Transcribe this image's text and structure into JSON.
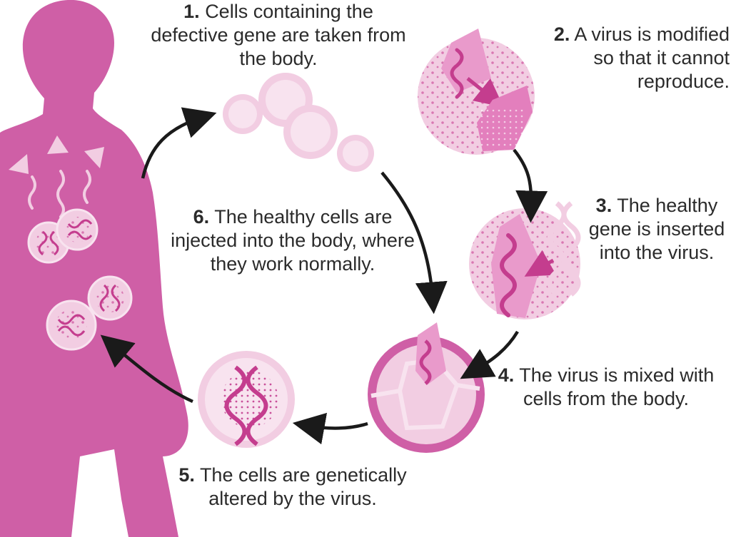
{
  "steps": [
    {
      "num": "1.",
      "text": "Cells containing the defective gene are taken from the body."
    },
    {
      "num": "2.",
      "text": "A virus is modified so that it cannot reproduce."
    },
    {
      "num": "3.",
      "text": "The healthy gene is inserted into the virus."
    },
    {
      "num": "4.",
      "text": "The virus is mixed with cells from the body."
    },
    {
      "num": "5.",
      "text": "The cells are genetically altered by the virus."
    },
    {
      "num": "6.",
      "text": "The healthy cells are injected into the body, where they work normally."
    }
  ],
  "colors": {
    "body": "#cf5fa6",
    "cell_light": "#f2cde2",
    "cell_mid": "#e9a8cf",
    "accent": "#c43d8e",
    "arrow": "#1a1a1a"
  }
}
